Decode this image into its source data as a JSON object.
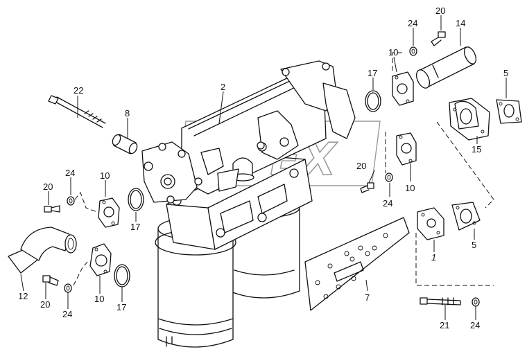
{
  "watermark": {
    "text": "OPEX",
    "color": "#9a9a9a"
  },
  "callouts": [
    {
      "id": "c-20-top",
      "label": "20"
    },
    {
      "id": "c-24-top",
      "label": "24"
    },
    {
      "id": "c-14",
      "label": "14"
    },
    {
      "id": "c-10-topright",
      "label": "10"
    },
    {
      "id": "c-17-topright",
      "label": "17"
    },
    {
      "id": "c-5-topright",
      "label": "5"
    },
    {
      "id": "c-15",
      "label": "15"
    },
    {
      "id": "c-22",
      "label": "22"
    },
    {
      "id": "c-2",
      "label": "2"
    },
    {
      "id": "c-8",
      "label": "8"
    },
    {
      "id": "c-20-midright",
      "label": "20"
    },
    {
      "id": "c-10-midright",
      "label": "10"
    },
    {
      "id": "c-24-midright",
      "label": "24"
    },
    {
      "id": "c-24-left",
      "label": "24"
    },
    {
      "id": "c-10-left",
      "label": "10"
    },
    {
      "id": "c-20-left",
      "label": "20"
    },
    {
      "id": "c-17-left",
      "label": "17"
    },
    {
      "id": "c-1",
      "label": "1"
    },
    {
      "id": "c-5-right",
      "label": "5"
    },
    {
      "id": "c-12",
      "label": "12"
    },
    {
      "id": "c-20-bottom",
      "label": "20"
    },
    {
      "id": "c-24-bottom",
      "label": "24"
    },
    {
      "id": "c-10-bottom",
      "label": "10"
    },
    {
      "id": "c-17-bottom",
      "label": "17"
    },
    {
      "id": "c-7",
      "label": "7"
    },
    {
      "id": "c-21",
      "label": "21"
    },
    {
      "id": "c-24-bottomright",
      "label": "24"
    }
  ]
}
